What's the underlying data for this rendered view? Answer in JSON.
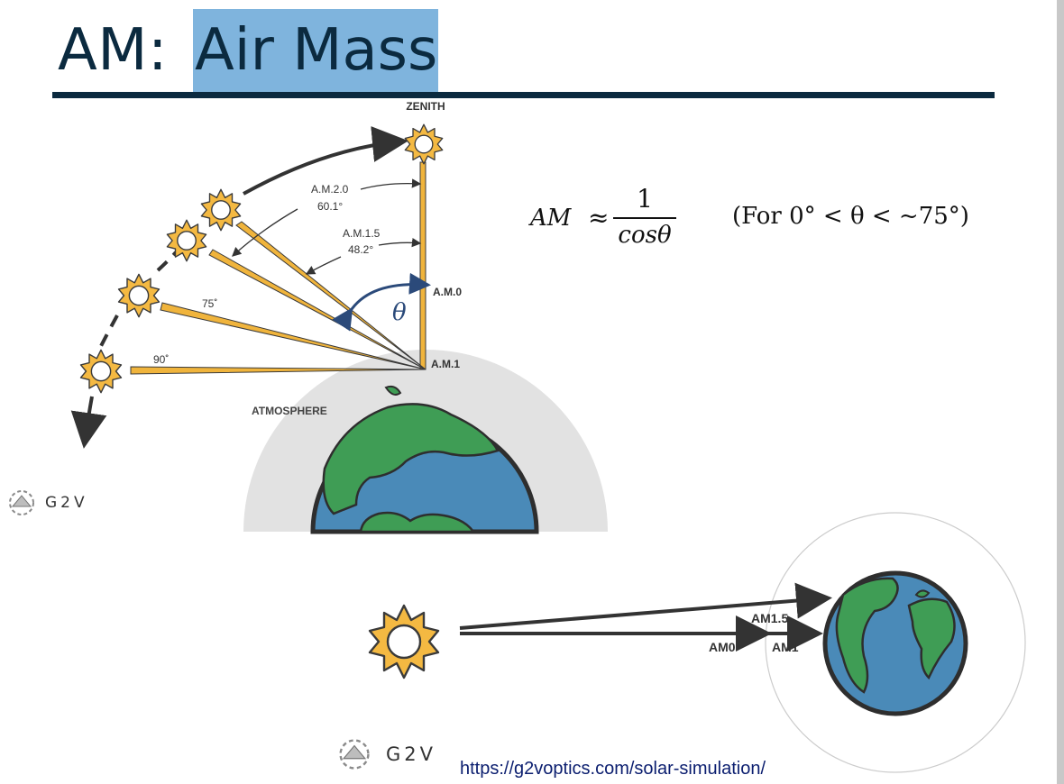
{
  "slide": {
    "title_prefix": "AM:",
    "title_highlight": "Air Mass"
  },
  "formula": {
    "lhs": "AM",
    "approx": "≈",
    "numerator": "1",
    "denominator": "cosθ",
    "condition": "(For 0° < θ < ~75°)"
  },
  "diagram_top": {
    "zenith": "ZENITH",
    "am20": "A.M.2.0",
    "angle_601": "60.1°",
    "am15": "A.M.1.5",
    "angle_482": "48.2°",
    "am0": "A.M.0",
    "theta": "θ",
    "angle_75": "75˚",
    "angle_90": "90˚",
    "am1": "A.M.1",
    "atmosphere": "ATMOSPHERE"
  },
  "diagram_bottom": {
    "am15": "AM1.5",
    "am0": "AM0",
    "am1": "AM1"
  },
  "logos": {
    "top_text": "G2V",
    "bottom_text": "G2V"
  },
  "source_url": "https://g2voptics.com/solar-simulation/",
  "colors": {
    "title_dark": "#0b2a3f",
    "highlight": "#7fb4dd",
    "sun": "#f4b942",
    "ray": "#f0b43c",
    "ocean": "#4a8ab8",
    "land": "#3f9d55",
    "atmosphere": "#e2e2e2",
    "theta_arrow": "#2b4a7a"
  }
}
